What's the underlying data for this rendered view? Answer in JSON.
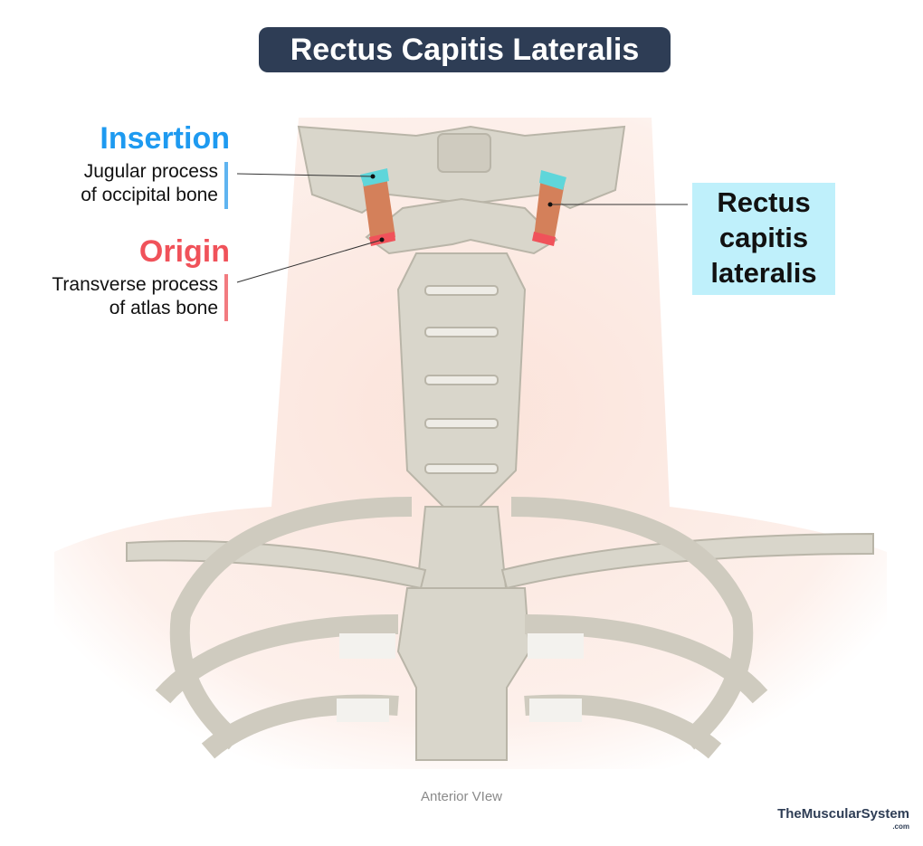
{
  "title": "Rectus Capitis Lateralis",
  "insertion": {
    "heading": "Insertion",
    "line1": "Jugular process",
    "line2": "of occipital bone",
    "color": "#1e9af0"
  },
  "origin": {
    "heading": "Origin",
    "line1": "Transverse process",
    "line2": "of atlas bone",
    "color": "#f0525a"
  },
  "muscle_label": {
    "line1": "Rectus",
    "line2": "capitis",
    "line3": "lateralis",
    "bg": "#bff0fb"
  },
  "view_caption": "Anterior VIew",
  "brand": {
    "name": "TheMuscularSystem",
    "suffix": ".com"
  }
}
